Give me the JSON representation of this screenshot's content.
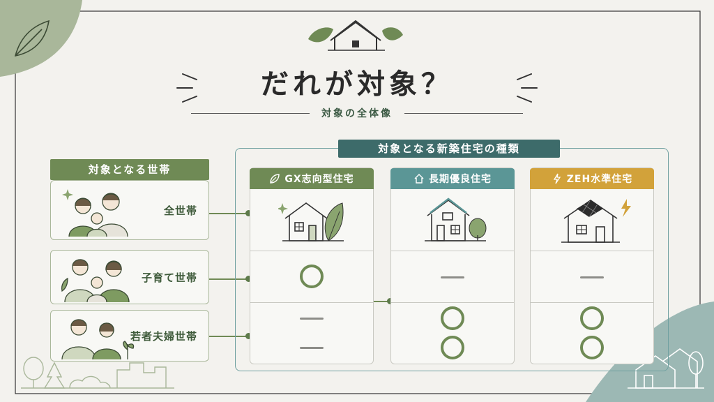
{
  "title": "だれが対象？",
  "subtitle": "対象の全体像",
  "households": {
    "header": "対象となる世帯",
    "items": [
      {
        "label": "全世帯"
      },
      {
        "label": "子育て世帯"
      },
      {
        "label": "若者夫婦世帯"
      }
    ]
  },
  "housing": {
    "header": "対象となる新築住宅の種類",
    "columns": [
      {
        "label": "GX志向型住宅",
        "color": "#6f8a55",
        "icon": "leaf-icon",
        "marks": [
          "circle",
          "dash",
          "dash"
        ]
      },
      {
        "label": "長期優良住宅",
        "color": "#5b9696",
        "icon": "house-icon",
        "marks": [
          "dash",
          "circle",
          "circle"
        ]
      },
      {
        "label": "ZEH水準住宅",
        "color": "#d2a23a",
        "icon": "lightning-icon",
        "marks": [
          "dash",
          "circle",
          "circle"
        ]
      }
    ]
  },
  "colors": {
    "green": "#6f8a55",
    "teal": "#3d6b6a",
    "gold": "#d2a23a",
    "background": "#f3f2ee"
  }
}
